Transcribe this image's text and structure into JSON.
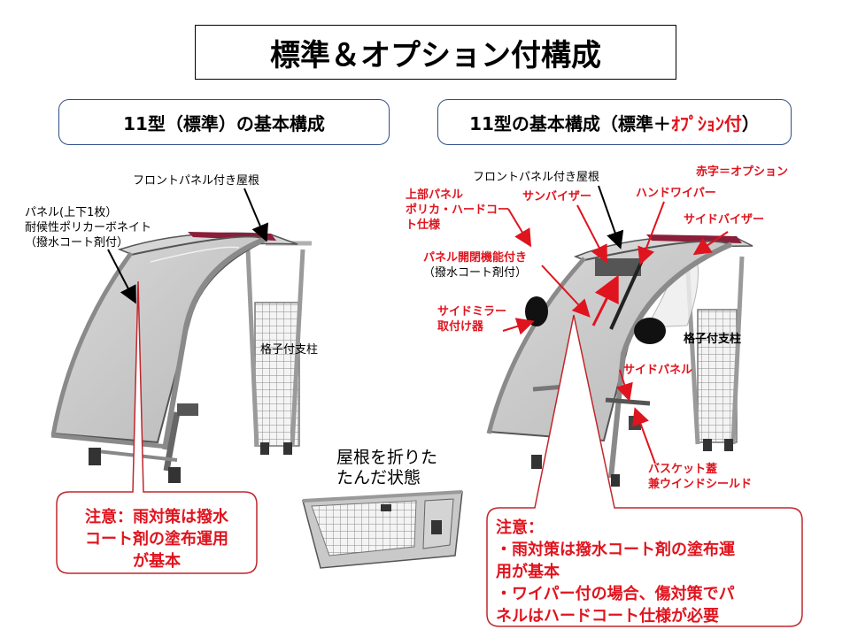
{
  "title": "標準＆オプション付構成",
  "left_heading": "11型（標準）の基本構成",
  "right_heading": {
    "prefix": "11型の基本構成（標準＋",
    "option": "ｵﾌﾟｼｮﾝ付",
    "suffix": "）"
  },
  "left_labels": {
    "front_panel_roof": "フロントパネル付き屋根",
    "panel_line1": "パネル(上下1枚）",
    "panel_line2": "耐候性ポリカーボネイト",
    "panel_line3": "（撥水コート剤付）",
    "lattice_post": "格子付支柱",
    "folded_line1": "屋根を折りた",
    "folded_line2": "たんだ状態"
  },
  "right_labels": {
    "front_panel_roof": "フロントパネル付き屋根",
    "legend": "赤字＝オプション",
    "upper_panel_line1": "上部パネル",
    "upper_panel_line2": "ポリカ・ハードコー",
    "upper_panel_line3": "ト仕様",
    "sun_visor": "サンバイザー",
    "hand_wiper": "ハンドワイパー",
    "side_visor": "サイドバイザー",
    "open_close_line1": "パネル開閉機能付き",
    "open_close_line2": "（撥水コート剤付）",
    "side_mirror_line1": "サイドミラー",
    "side_mirror_line2": "取付け器",
    "lattice_post": "格子付支柱",
    "side_panel": "サイドパネル",
    "basket_line1": "バスケット蓋",
    "basket_line2": "兼ウインドシールド"
  },
  "notes": {
    "left_line1": "注意：雨対策は撥水",
    "left_line2": "コート剤の塗布運用",
    "left_line3": "が基本",
    "right_line1": "注意：",
    "right_line2": "・雨対策は撥水コート剤の塗布運",
    "right_line3": "用が基本",
    "right_line4": "・ワイパー付の場合、傷対策でパ",
    "right_line5": "ネルはハードコート仕様が必要"
  },
  "colors": {
    "option_red": "#e0141e",
    "callout_border": "#c0262c",
    "heading_border": "#2f4f8a",
    "roof_accent": "#8b1e3a"
  }
}
